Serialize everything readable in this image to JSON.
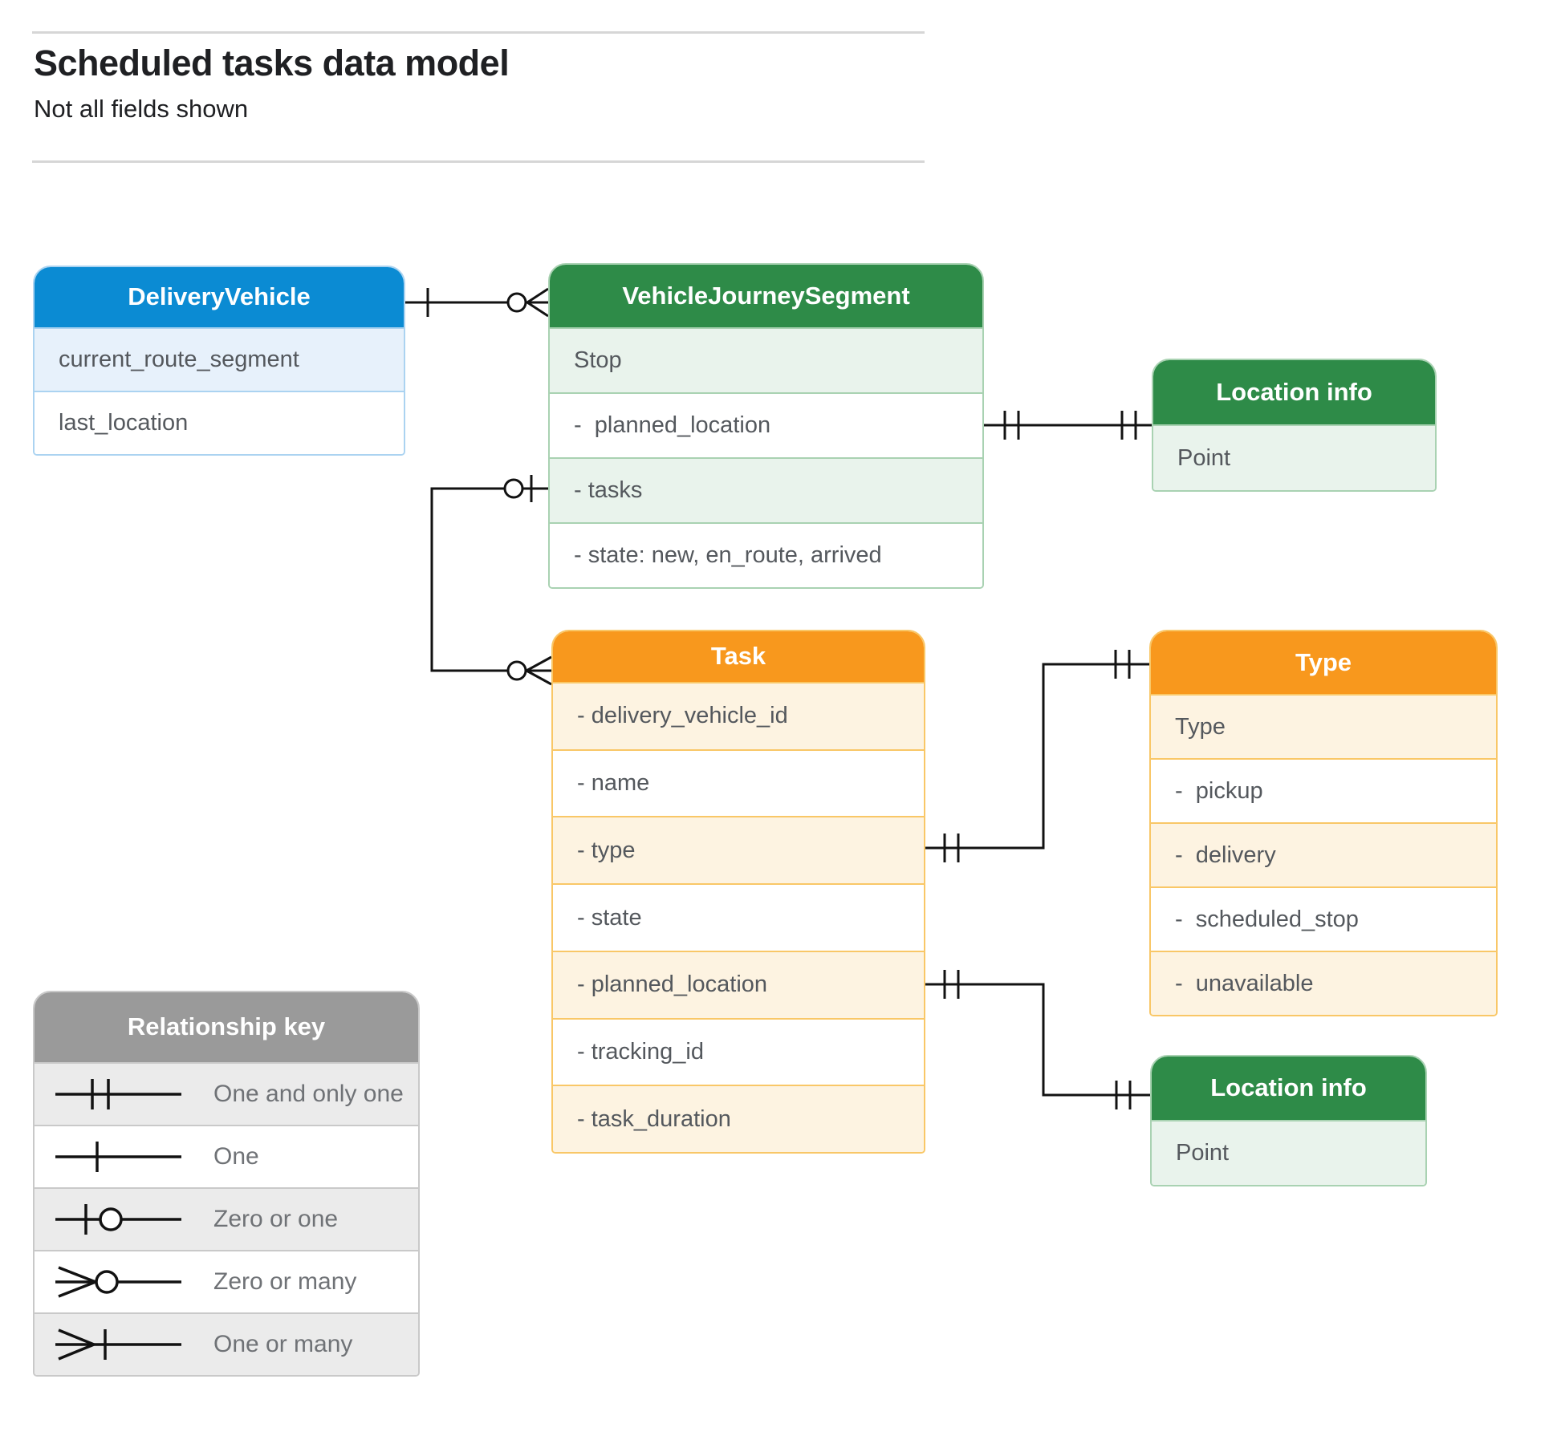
{
  "page": {
    "title": "Scheduled tasks data model",
    "subtitle": "Not all fields shown"
  },
  "entities": [
    {
      "id": "delivery-vehicle",
      "title": "DeliveryVehicle",
      "theme_color": "#0b8bd3",
      "rows": [
        "current_route_segment",
        "last_location"
      ]
    },
    {
      "id": "vehicle-journey-segment",
      "title": "VehicleJourneySegment",
      "theme_color": "#2e8b48",
      "rows": [
        "Stop",
        "-  planned_location",
        "- tasks",
        "- state: new, en_route, arrived"
      ]
    },
    {
      "id": "location-info-top",
      "title": "Location info",
      "theme_color": "#2e8b48",
      "rows": [
        "Point"
      ]
    },
    {
      "id": "task",
      "title": "Task",
      "theme_color": "#f8981d",
      "rows": [
        "- delivery_vehicle_id",
        "- name",
        "- type",
        "- state",
        "- planned_location",
        "- tracking_id",
        "- task_duration"
      ]
    },
    {
      "id": "type",
      "title": "Type",
      "theme_color": "#f8981d",
      "rows": [
        "Type",
        "-  pickup",
        "-  delivery",
        "-  scheduled_stop",
        "-  unavailable"
      ]
    },
    {
      "id": "location-info-bottom",
      "title": "Location info",
      "theme_color": "#2e8b48",
      "rows": [
        "Point"
      ]
    }
  ],
  "relationships": [
    {
      "from": "DeliveryVehicle",
      "from_symbol": "one",
      "to": "VehicleJourneySegment",
      "to_symbol": "zero-or-many"
    },
    {
      "from": "VehicleJourneySegment.tasks",
      "from_symbol": "zero-or-one",
      "to": "Task",
      "to_symbol": "zero-or-many"
    },
    {
      "from": "VehicleJourneySegment.planned_location",
      "from_symbol": "one-and-only-one",
      "to": "Location info",
      "to_symbol": "one-and-only-one"
    },
    {
      "from": "Task.type",
      "from_symbol": "one-and-only-one",
      "to": "Type",
      "to_symbol": "one-and-only-one"
    },
    {
      "from": "Task.planned_location",
      "from_symbol": "one-and-only-one",
      "to": "Location info",
      "to_symbol": "one-and-only-one"
    }
  ],
  "legend": {
    "title": "Relationship key",
    "items": [
      {
        "symbol": "one-and-only-one",
        "label": "One and only one"
      },
      {
        "symbol": "one",
        "label": "One"
      },
      {
        "symbol": "zero-or-one",
        "label": "Zero or one"
      },
      {
        "symbol": "zero-or-many",
        "label": "Zero or many"
      },
      {
        "symbol": "one-or-many",
        "label": "One or many"
      }
    ]
  },
  "colors": {
    "blue_header": "#0b8bd3",
    "blue_tint": "#e7f1fb",
    "green_header": "#2e8b48",
    "green_tint": "#e9f3ec",
    "orange_header": "#f8981d",
    "orange_tint": "#fdf3e1",
    "gray_header": "#9a9a9a",
    "gray_tint": "#ebebeb",
    "connector": "#121212",
    "row_text": "#54585d",
    "title_text": "#1f2023"
  }
}
